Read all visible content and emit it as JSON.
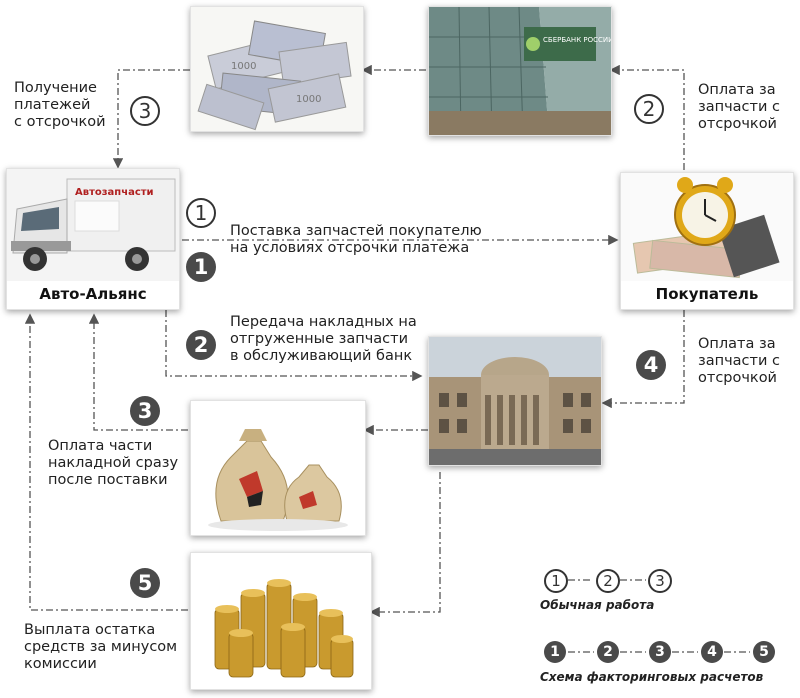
{
  "nodes": {
    "company": "Авто-Альянс",
    "buyer": "Покупатель",
    "truck_sign": "Автозапчасти",
    "sber_sign": "СБЕРБАНК РОССИИ"
  },
  "labels": {
    "receive_payments": [
      "Получение",
      "платежей",
      "с отсрочкой"
    ],
    "pay_parts_top": [
      "Оплата за",
      "запчасти с",
      "отсрочкой"
    ],
    "supply": [
      "Поставка запчастей покупателю",
      "на условиях отсрочки платежа"
    ],
    "transfer_invoices": [
      "Передача накладных на",
      "отгруженные запчасти",
      "в обслуживающий банк"
    ],
    "pay_parts_bottom": [
      "Оплата за",
      "запчасти с",
      "отсрочкой"
    ],
    "pay_part": [
      "Оплата части",
      "накладной сразу",
      "после поставки"
    ],
    "pay_rest": [
      "Выплата остатка",
      "средств за минусом",
      "комиссии"
    ]
  },
  "steps": {
    "s1": "1",
    "s2": "2",
    "s3": "3",
    "s4": "4",
    "s5": "5"
  },
  "legend": {
    "normal_title": "Обычная работа",
    "normal_steps": [
      "1",
      "2",
      "3"
    ],
    "factoring_title": "Схема факторинговых расчетов",
    "factoring_steps": [
      "1",
      "2",
      "3",
      "4",
      "5"
    ]
  }
}
